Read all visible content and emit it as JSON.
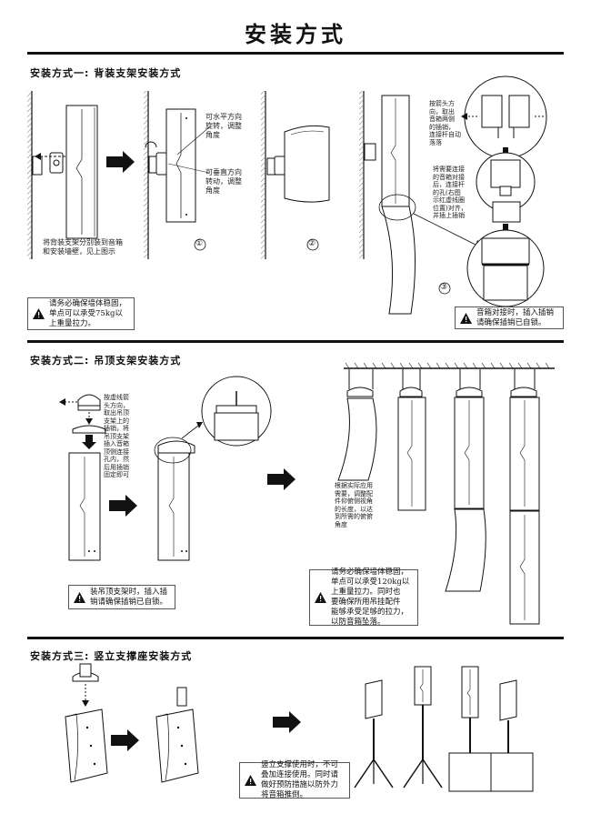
{
  "title": "安装方式",
  "section1": {
    "heading": "安装方式一: 背装支架安装方式",
    "note_horizontal": "可水平方向\n旋转，调整\n角度",
    "note_vertical": "可垂直方向\n转动，调整\n角度",
    "note_bracket": "将背装支架分别装到音箱\n和安装墙壁，见上图示",
    "note_insert": "按箭头方\n向，取出\n音箱两侧\n的插销，\n连接杆自动\n落落",
    "note_align": "将需要连接\n的音箱对接\n后，连接杆\n的孔(右图\n示红虚线圈\n位置)对齐，\n并插上插销",
    "step1": "①",
    "step2": "②",
    "step3": "③",
    "warning_left": "请务必确保墙体稳固，\n单点可以承受75kg以\n上重量拉力。",
    "warning_right": "音箱对接时，插入插销\n请确保插销已自锁。"
  },
  "section2": {
    "heading": "安装方式二: 吊顶支架安装方式",
    "note_pin": "按虚线箭\n头方向，\n取出吊顶\n支架上的\n插销，将\n吊顶支架\n插入音箱\n顶侧连接\n孔内，然\n后用插销\n固定即可",
    "note_angle": "根据实际应用\n需要，调整配\n件仰俯侧视角\n的长度，以达\n到所需的俯俯\n角度",
    "warning_left": "装吊顶支架时，插入插\n销请确保插销已自锁。",
    "warning_right": "请务必确保墙体稳固，\n单点可以承受120kg以\n上重量拉力。同时也\n要确保所用吊挂配件\n能够承受足够的拉力，\n以防音箱坠落。"
  },
  "section3": {
    "heading": "安装方式三: 竖立支撑座安装方式",
    "warning": "竖立支撑使用时，不可\n叠加连接使用。同时请\n做好预防措施以防外力\n将音箱推倒。"
  },
  "colors": {
    "line": "#111111",
    "fill": "#ffffff"
  }
}
